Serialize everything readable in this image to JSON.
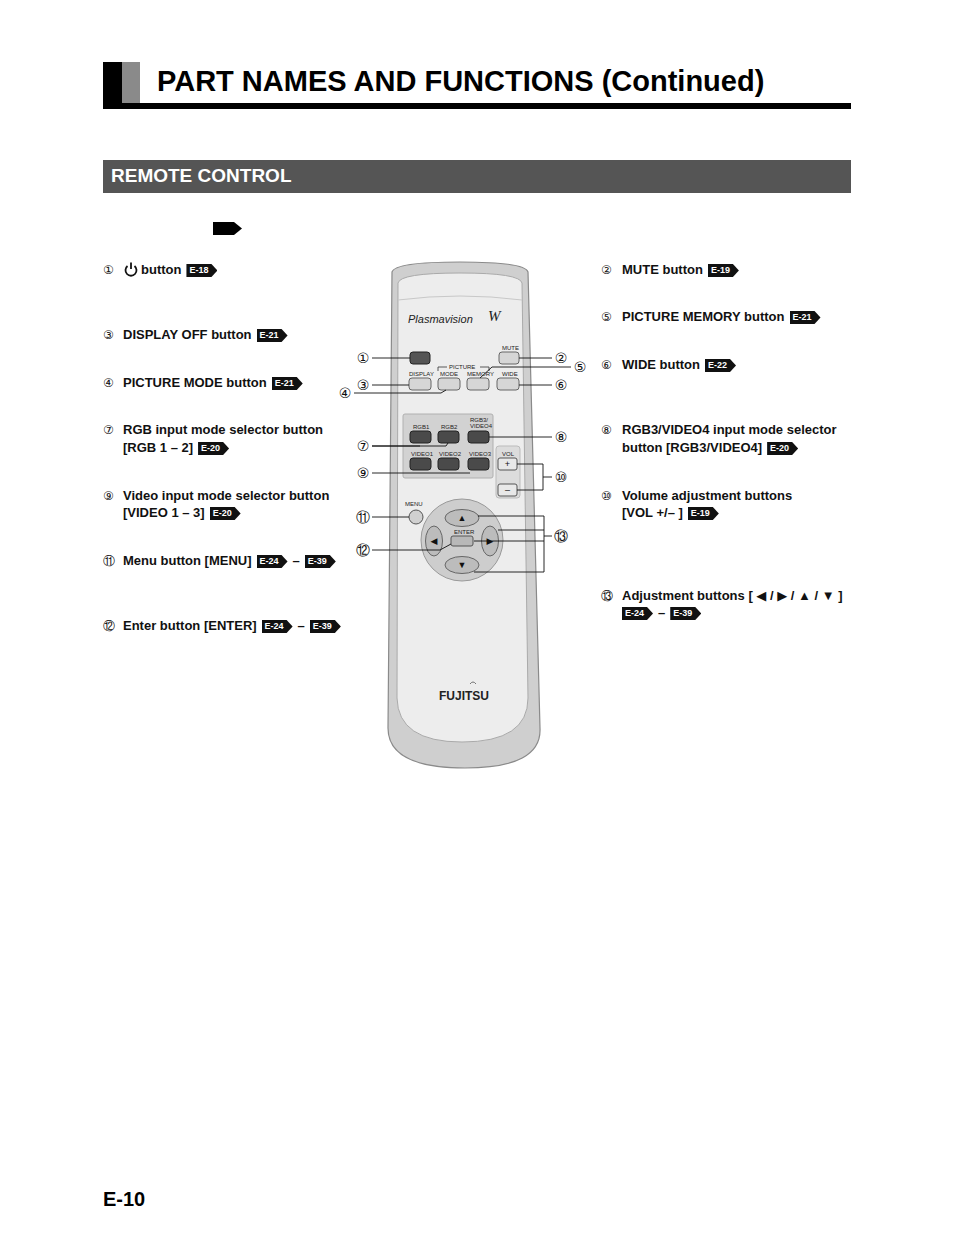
{
  "diagram": {
    "title": "PART NAMES AND FUNCTIONS (Continued)",
    "nodes": [
      {
        "text": [
          "REMOTE CONTROL"
        ]
      },
      {
        "text": [
          "E-18"
        ]
      },
      {
        "text": [
          "E-19"
        ]
      },
      {
        "text": [
          "E-21"
        ]
      },
      {
        "text": [
          "E-21"
        ]
      },
      {
        "text": [
          "E-21"
        ]
      },
      {
        "text": [
          "E-22"
        ]
      },
      {
        "text": [
          "E-20"
        ]
      },
      {
        "text": [
          "E-20"
        ]
      },
      {
        "text": [
          "E-20"
        ]
      },
      {
        "text": [
          "E-19"
        ]
      },
      {
        "text": [
          "E-24"
        ]
      },
      {
        "text": [
          "E-39"
        ]
      },
      {
        "text": [
          "E-24"
        ]
      },
      {
        "text": [
          "E-39"
        ]
      },
      {
        "text": [
          "E-24"
        ]
      },
      {
        "text": [
          "E-39"
        ]
      }
    ],
    "labels": [
      "①",
      "button",
      "②",
      "MUTE button",
      "⑤",
      "PICTURE MEMORY button",
      "③",
      "DISPLAY OFF button",
      "④",
      "PICTURE MODE button",
      "⑥",
      "WIDE button",
      "⑦",
      "RGB input mode selector button",
      "[RGB 1 – 2]",
      "⑧",
      "RGB3/VIDEO4 input mode selector",
      "button [RGB3/VIDEO4]",
      "⑨",
      "Video input mode selector button",
      "[VIDEO 1 – 3]",
      "⑩",
      "Volume adjustment buttons",
      "[VOL +/– ]",
      "⑪",
      "Menu button [MENU]",
      "–",
      "⑬",
      "Adjustment buttons [ ◀ / ▶ / ▲ / ▼ ]",
      "–",
      "⑫",
      "Enter button [ENTER]",
      "–",
      "Plasmavision",
      "W",
      "MUTE",
      "PICTURE",
      "DISPLAY",
      "MODE",
      "MEMORY",
      "WIDE",
      "RGB1",
      "RGB2",
      "RGB3/ VIDEO4",
      "VOL",
      "+",
      "–",
      "VIDEO1",
      "VIDEO2",
      "VIDEO3",
      "MENU",
      "ENTER",
      "▲",
      "◀",
      "▶",
      "▼",
      "FUJITSU",
      "①",
      "②",
      "③",
      "④",
      "⑤",
      "⑥",
      "⑦",
      "⑧",
      "⑨",
      "⑩",
      "⑪",
      "⑫",
      "⑬",
      "E-10"
    ]
  }
}
